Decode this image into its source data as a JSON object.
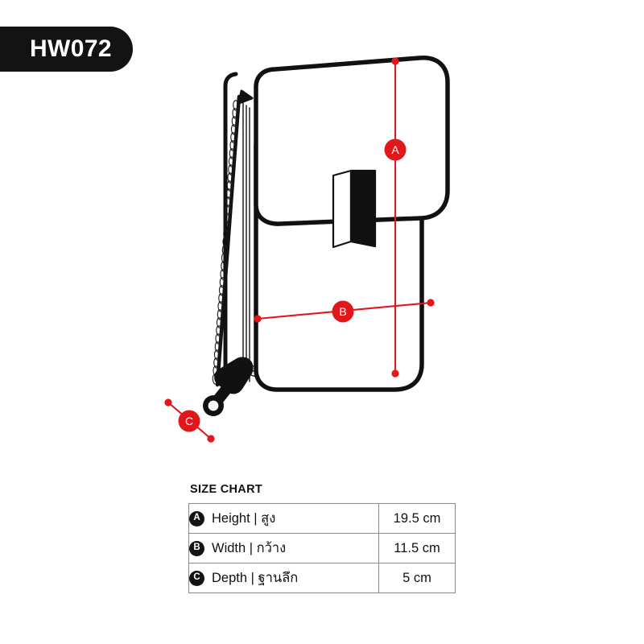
{
  "product": {
    "code": "HW072"
  },
  "illustration": {
    "markers": [
      {
        "key": "A",
        "name": "height-dimension-line"
      },
      {
        "key": "B",
        "name": "width-dimension-line"
      },
      {
        "key": "C",
        "name": "depth-dimension-line"
      }
    ],
    "parts": {
      "flap": "bag-flap",
      "body": "bag-body",
      "clasp": "magnetic-clasp",
      "zipper": "side-zipper",
      "zipper_pull": "zipper-pull-tab",
      "gusset": "side-gusset"
    },
    "colors": {
      "outline": "#111111",
      "dimension": "#E0181B",
      "background": "#FFFFFF"
    }
  },
  "size_chart": {
    "heading": "SIZE CHART",
    "rows": [
      {
        "key": "A",
        "label": "Height | สูง",
        "value": "19.5 cm"
      },
      {
        "key": "B",
        "label": "Width | กว้าง",
        "value": "11.5 cm"
      },
      {
        "key": "C",
        "label": "Depth | ฐานลึก",
        "value": "5 cm"
      }
    ]
  }
}
